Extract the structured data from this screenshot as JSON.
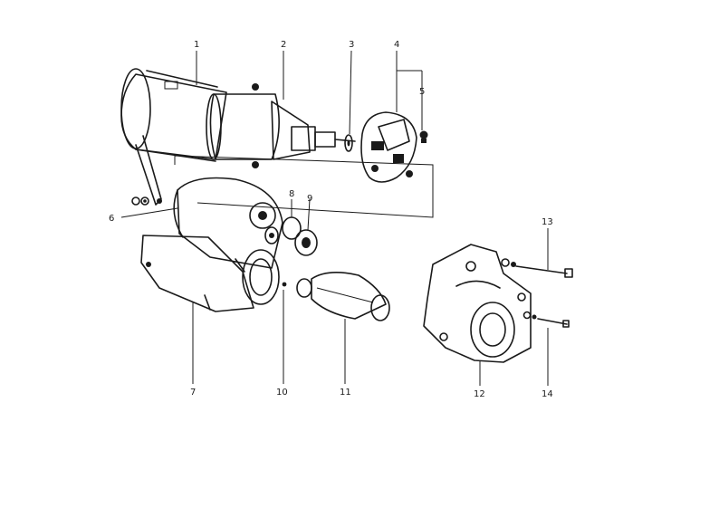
{
  "diagram": {
    "callouts": {
      "p1": "1",
      "p2": "2",
      "p3": "3",
      "p4": "4",
      "p5": "5",
      "p6": "6",
      "p7": "7",
      "p8": "8",
      "p9": "9",
      "p10": "10",
      "p11": "11",
      "p12": "12",
      "p13": "13",
      "p14": "14"
    },
    "colors": {
      "ink": "#1a1a1a",
      "background": "#ffffff"
    }
  }
}
